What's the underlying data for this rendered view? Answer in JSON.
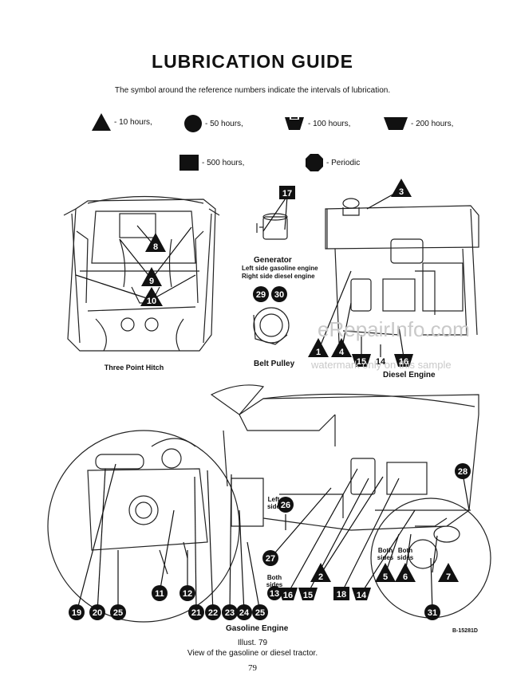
{
  "title": "LUBRICATION GUIDE",
  "subtitle": "The symbol around the reference numbers indicate the intervals of lubrication.",
  "legend": {
    "triangle": "- 10 hours,",
    "circle": "- 50 hours,",
    "small_trapezoid": "- 100 hours,",
    "large_trapezoid": "- 200 hours,",
    "square": "- 500 hours,",
    "octagon": "- Periodic"
  },
  "captions": {
    "three_point_hitch": "Three Point Hitch",
    "generator": "Generator",
    "generator_line1": "Left side gasoline engine",
    "generator_line2": "Right side diesel engine",
    "belt_pulley": "Belt Pulley",
    "diesel_engine": "Diesel Engine",
    "gasoline_engine": "Gasoline Engine",
    "left_side": "Left side",
    "both_sides": "Both sides",
    "illus": "Illust. 79",
    "illus_sub": "View of the gasoline or diesel tractor.",
    "page_number": "79",
    "part_number": "B-15281D"
  },
  "watermark": {
    "site": "eRepairInfo.com",
    "note": "watermark only on this sample"
  },
  "markers": {
    "m1": "1",
    "m2": "2",
    "m3": "3",
    "m4": "4",
    "m5": "5",
    "m6": "6",
    "m7": "7",
    "m8": "8",
    "m9": "9",
    "m10": "10",
    "m11": "11",
    "m12": "12",
    "m13": "13",
    "m14a": "14",
    "m14b": "14",
    "m15a": "15",
    "m15b": "15",
    "m16a": "16",
    "m16b": "16",
    "m17": "17",
    "m18": "18",
    "m19": "19",
    "m20": "20",
    "m21": "21",
    "m22": "22",
    "m23": "23",
    "m24": "24",
    "m25a": "25",
    "m25b": "25",
    "m26": "26",
    "m27": "27",
    "m28": "28",
    "m29": "29",
    "m30": "30",
    "m31": "31"
  }
}
